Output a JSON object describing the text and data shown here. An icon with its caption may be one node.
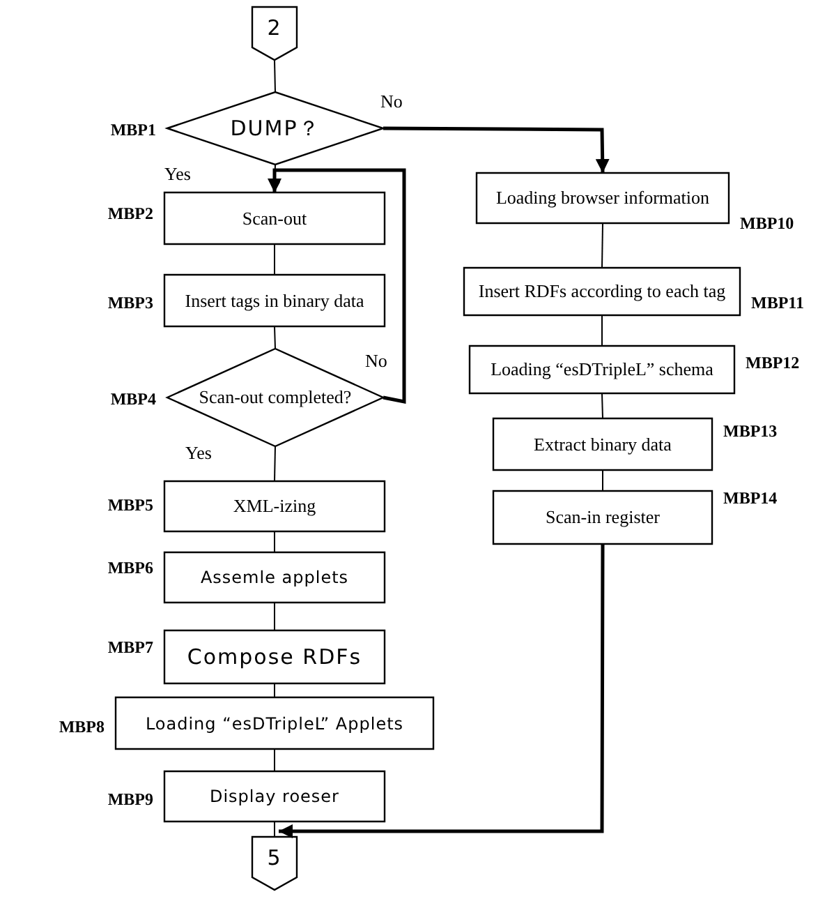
{
  "diagram": {
    "nodes": [
      {
        "text": [
          "2"
        ]
      },
      {
        "text": [
          "DUMP？"
        ],
        "beside": [
          "MBP1"
        ]
      },
      {
        "text": [
          "Scan-out"
        ],
        "beside": [
          "MBP2"
        ]
      },
      {
        "text": [
          "Insert tags in binary data"
        ],
        "beside": [
          "MBP3"
        ]
      },
      {
        "text": [
          "Scan-out completed?"
        ],
        "beside": [
          "MBP4"
        ]
      },
      {
        "text": [
          "XML-izing"
        ],
        "beside": [
          "MBP5"
        ]
      },
      {
        "text": [
          "Assemle applets"
        ],
        "beside": [
          "MBP6"
        ]
      },
      {
        "text": [
          "Compose RDFs"
        ],
        "beside": [
          "MBP7"
        ]
      },
      {
        "text": [
          "Loading “esDTripleL” Applets"
        ],
        "beside": [
          "MBP8"
        ]
      },
      {
        "text": [
          "Display roeser"
        ],
        "beside": [
          "MBP9"
        ]
      },
      {
        "text": [
          "Loading browser information"
        ],
        "beside": [
          "MBP10"
        ]
      },
      {
        "text": [
          "Insert RDFs according to each tag"
        ],
        "beside": [
          "MBP11"
        ]
      },
      {
        "text": [
          "Loading “esDTripleL” schema"
        ],
        "beside": [
          "MBP12"
        ]
      },
      {
        "text": [
          "Extract binary data"
        ],
        "beside": [
          "MBP13"
        ]
      },
      {
        "text": [
          "Scan-in register"
        ],
        "beside": [
          "MBP14"
        ]
      },
      {
        "text": [
          "5"
        ]
      }
    ],
    "edges": [
      {
        "from": 0,
        "to": 1,
        "arrow": "none"
      },
      {
        "from": 1,
        "to": 2,
        "arrow": "to",
        "label": "Yes"
      },
      {
        "from": 1,
        "to": 10,
        "arrow": "to",
        "label": "No",
        "style": "thick"
      },
      {
        "from": 2,
        "to": 3,
        "arrow": "none"
      },
      {
        "from": 3,
        "to": 4,
        "arrow": "none"
      },
      {
        "from": 4,
        "to": 2,
        "arrow": "to",
        "label": "No",
        "style": "thick"
      },
      {
        "from": 4,
        "to": 5,
        "arrow": "none",
        "label": "Yes"
      },
      {
        "from": 5,
        "to": 6,
        "arrow": "none"
      },
      {
        "from": 6,
        "to": 7,
        "arrow": "none"
      },
      {
        "from": 7,
        "to": 8,
        "arrow": "none"
      },
      {
        "from": 8,
        "to": 9,
        "arrow": "none"
      },
      {
        "from": 9,
        "to": 15,
        "arrow": "none"
      },
      {
        "from": 10,
        "to": 11,
        "arrow": "none"
      },
      {
        "from": 11,
        "to": 12,
        "arrow": "none"
      },
      {
        "from": 12,
        "to": 13,
        "arrow": "none"
      },
      {
        "from": 13,
        "to": 14,
        "arrow": "none"
      },
      {
        "from": 14,
        "to": 15,
        "arrow": "to",
        "style": "thick"
      }
    ]
  }
}
